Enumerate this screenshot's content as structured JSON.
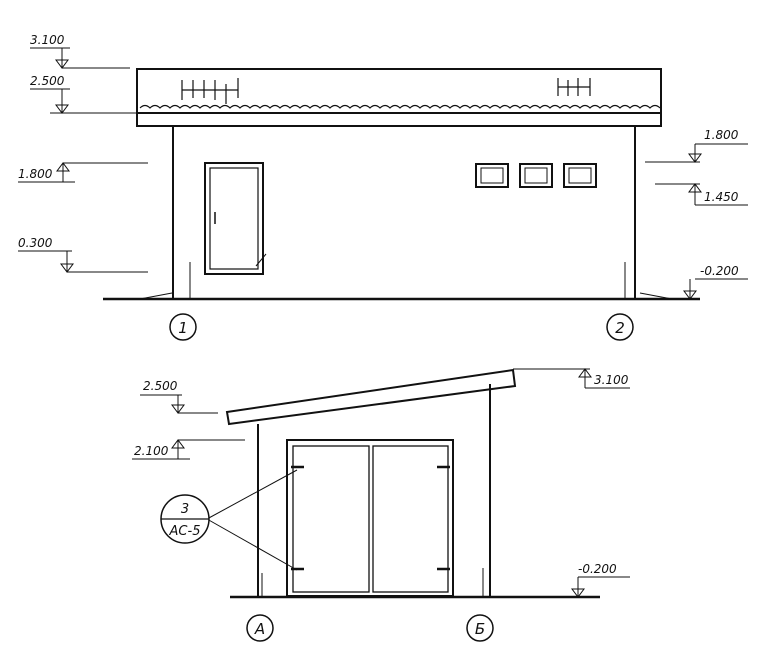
{
  "front_elevation": {
    "levels_left": [
      "3.100",
      "2.500",
      "1.800",
      "0.300"
    ],
    "levels_right": [
      "1.800",
      "1.450",
      "-0.200"
    ],
    "axes": [
      "1",
      "2"
    ]
  },
  "side_elevation": {
    "levels_left": [
      "2.500",
      "2.100"
    ],
    "levels_right": [
      "3.100",
      "-0.200"
    ],
    "axes": [
      "А",
      "Б"
    ],
    "callout": {
      "number": "3",
      "reference": "АС-5"
    }
  }
}
